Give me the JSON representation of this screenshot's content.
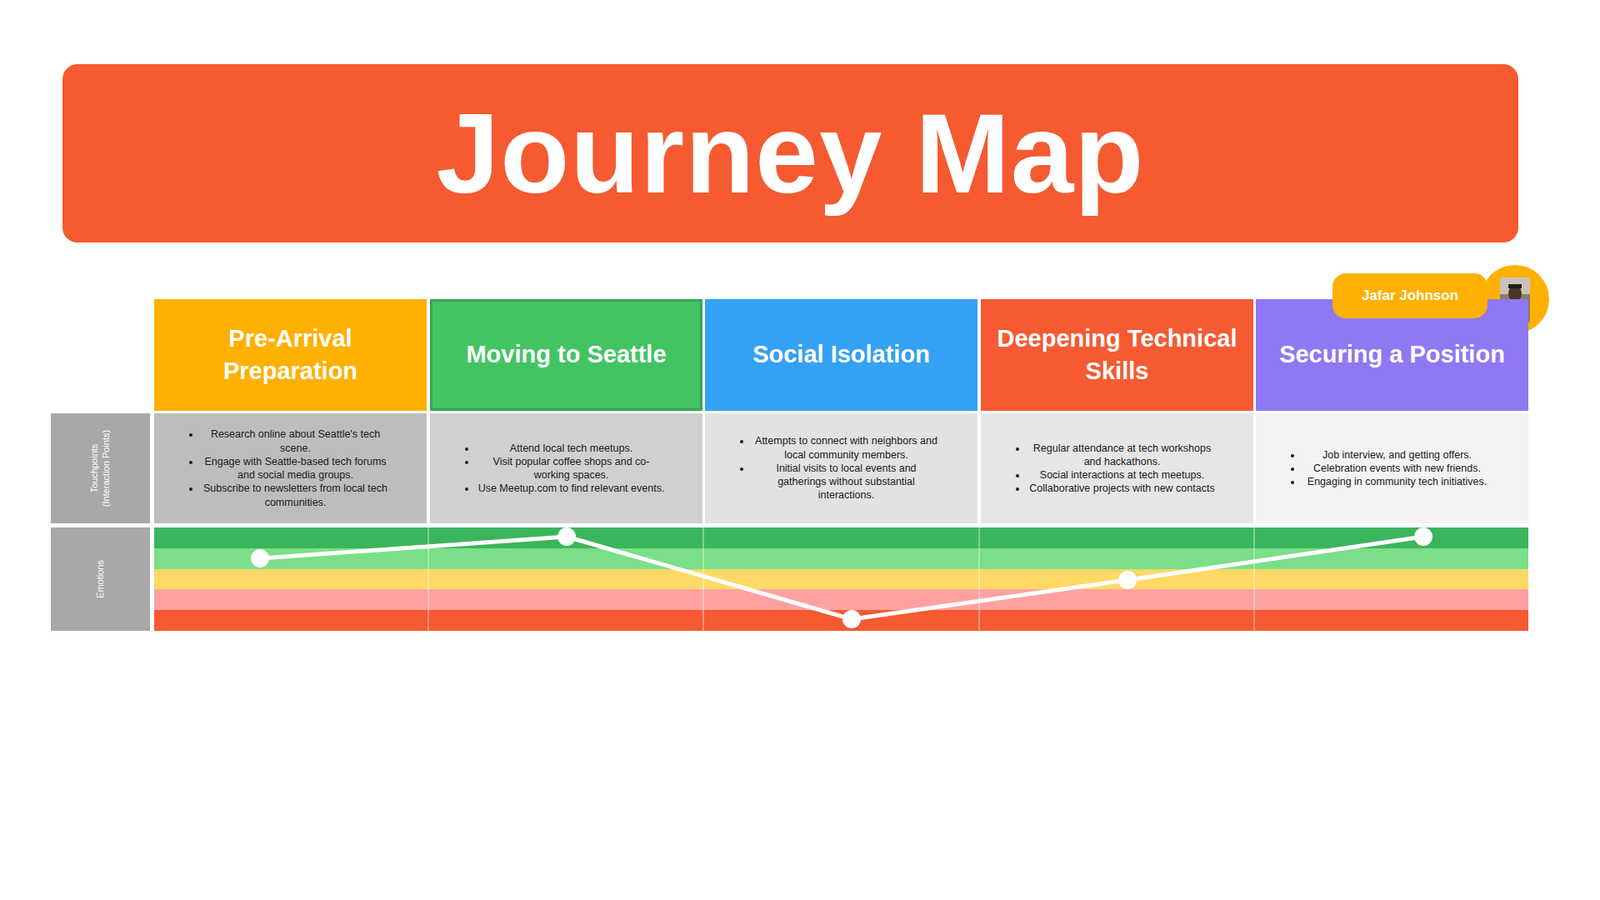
{
  "diagram": {
    "title": "Journey Map",
    "nodes": [
      {
        "text": [
          "Pre-Arrival Preparation"
        ]
      },
      {
        "text": [
          "Moving to Seattle"
        ]
      },
      {
        "text": [
          "Social Isolation"
        ]
      },
      {
        "text": [
          "Deepening Technical Skills"
        ]
      },
      {
        "text": [
          "Securing a Position"
        ]
      },
      {
        "text": [
          "Jafar Johnson"
        ]
      },
      {
        "text": [
          "Touchpoints (Interaction Points)"
        ]
      },
      {
        "text": [
          "Research online about Seattle's tech scene.",
          "Engage with Seattle-based tech forums and social media groups.",
          "Subscribe to newsletters from local tech communities."
        ]
      },
      {
        "text": [
          "Attend local tech meetups.",
          "Visit popular coffee shops and co-working spaces.",
          "Use Meetup.com to find relevant events."
        ]
      },
      {
        "text": [
          "Attempts to connect with neighbors and local community members.",
          "Initial visits to local events and gatherings without substantial interactions."
        ]
      },
      {
        "text": [
          "Regular attendance at tech workshops and hackathons.",
          "Social interactions at tech meetups.",
          "Collaborative projects with new contacts"
        ]
      },
      {
        "text": [
          "Job interview, and getting offers.",
          "Celebration events with new friends.",
          "Engaging in community tech initiatives."
        ]
      },
      {
        "text": [
          "Emotions"
        ]
      }
    ]
  }
}
